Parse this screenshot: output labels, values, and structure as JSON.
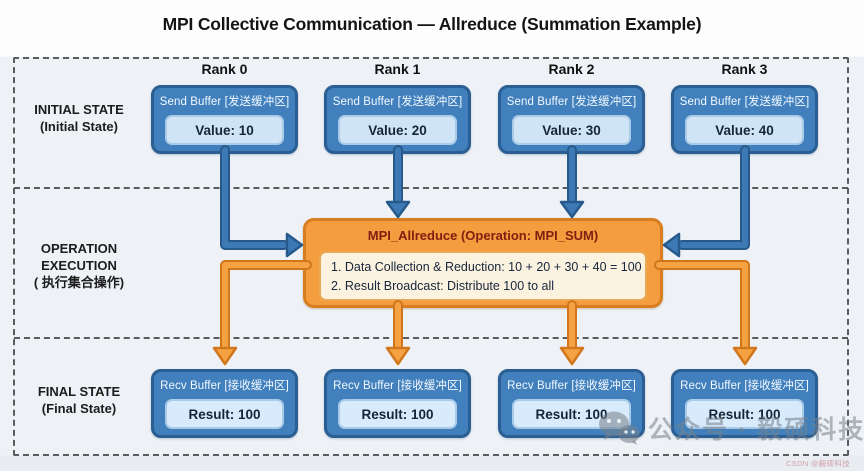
{
  "title": "MPI Collective Communication — Allreduce (Summation Example)",
  "row_labels": {
    "initial_1": "INITIAL STATE",
    "initial_2": "(Initial State)",
    "operation_1": "OPERATION",
    "operation_2": "EXECUTION",
    "operation_3": "( 执行集合操作)",
    "final_1": "FINAL STATE",
    "final_2": "(Final State)"
  },
  "ranks": [
    {
      "name": "Rank 0",
      "send_label": "Send Buffer [发送缓冲区]",
      "send_value": "Value: 10",
      "recv_label": "Recv Buffer [接收缓冲区]",
      "recv_value": "Result: 100"
    },
    {
      "name": "Rank 1",
      "send_label": "Send Buffer [发送缓冲区]",
      "send_value": "Value: 20",
      "recv_label": "Recv Buffer [接收缓冲区]",
      "recv_value": "Result: 100"
    },
    {
      "name": "Rank 2",
      "send_label": "Send Buffer [发送缓冲区]",
      "send_value": "Value: 30",
      "recv_label": "Recv Buffer [接收缓冲区]",
      "recv_value": "Result: 100"
    },
    {
      "name": "Rank 3",
      "send_label": "Send Buffer [发送缓冲区]",
      "send_value": "Value: 40",
      "recv_label": "Recv Buffer [接收缓冲区]",
      "recv_value": "Result: 100"
    }
  ],
  "operation_box": {
    "title": "MPI_Allreduce (Operation: MPI_SUM)",
    "step_1": "1. Data Collection & Reduction: 10 + 20 + 30 + 40 = 100",
    "step_2": "2. Result Broadcast: Distribute 100 to all"
  },
  "watermarks": {
    "wechat_text": "公众号 · 毅硕科技",
    "csdn_text": "CSDN @毅硕科技"
  },
  "colors": {
    "buffer_fill": "#4180bc",
    "buffer_border": "#2b5e92",
    "buffer_inner_fill": "#cfe4f7",
    "operation_fill": "#f49d3f",
    "operation_border": "#d97e20",
    "operation_inner_fill": "#fcf2e0",
    "operation_title_text": "#7e1f12",
    "arrow_blue": "#3d7ab5",
    "arrow_orange": "#f5a243"
  }
}
